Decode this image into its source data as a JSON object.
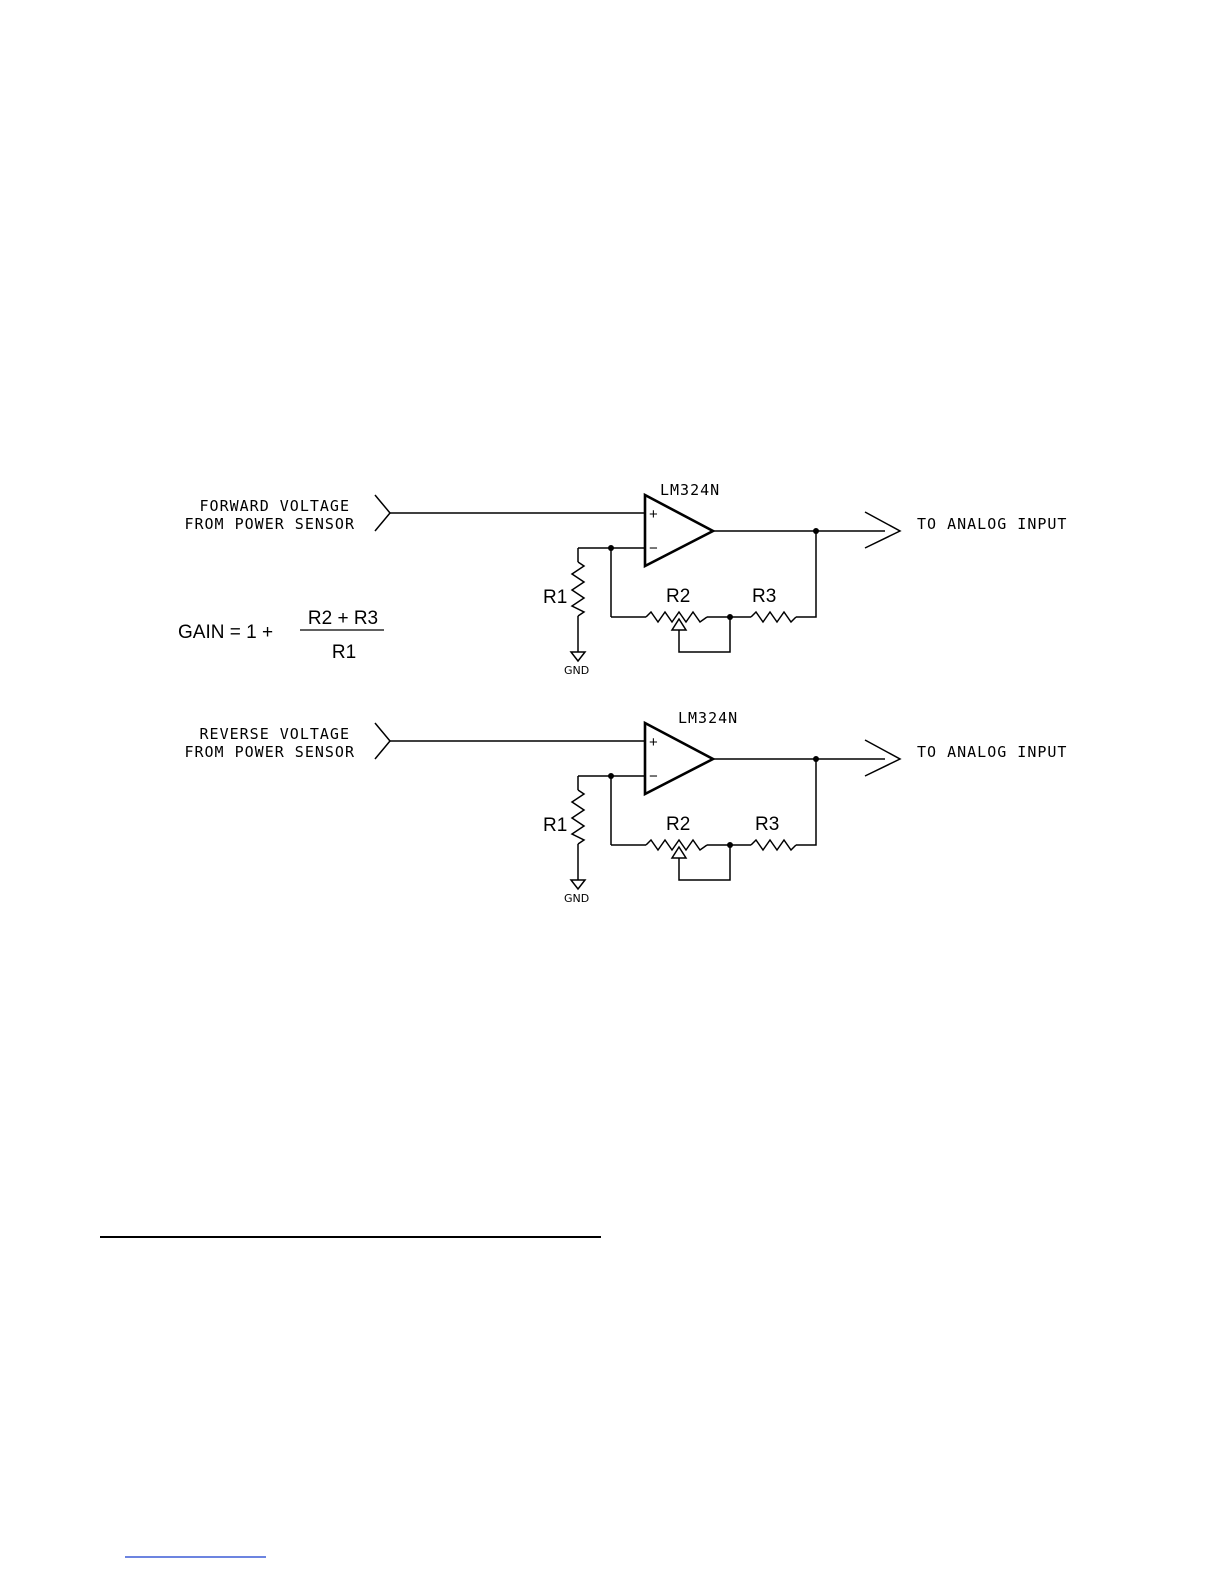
{
  "circuits": [
    {
      "input_label_line1": "FORWARD VOLTAGE",
      "input_label_line2": "FROM POWER SENSOR",
      "opamp": "LM324N",
      "plus": "+",
      "minus": "−",
      "r1": "R1",
      "r2": "R2",
      "r3": "R3",
      "gnd": "GND",
      "output_label": "TO ANALOG INPUT"
    },
    {
      "input_label_line1": "REVERSE VOLTAGE",
      "input_label_line2": "FROM POWER SENSOR",
      "opamp": "LM324N",
      "plus": "+",
      "minus": "−",
      "r1": "R1",
      "r2": "R2",
      "r3": "R3",
      "gnd": "GND",
      "output_label": "TO ANALOG INPUT"
    }
  ],
  "gain_formula": {
    "lhs": "GAIN  = 1 +",
    "numerator": "R2 + R3",
    "denominator": "R1"
  }
}
